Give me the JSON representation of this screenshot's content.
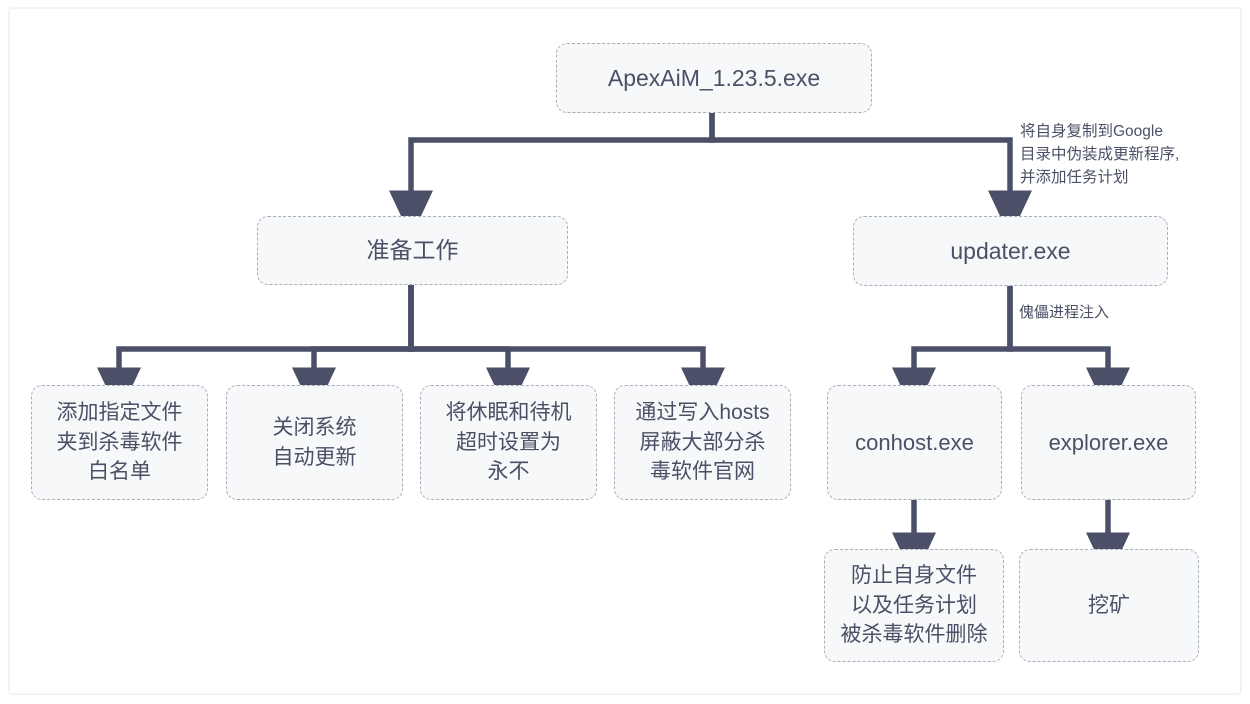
{
  "diagram": {
    "type": "flowchart",
    "title": "ApexAiM malware execution flow",
    "theme": {
      "background": "#ffffff",
      "node_fill": "#f7f8f9",
      "node_border": "#a9aeba",
      "text": "#4b5066",
      "connector": "#4b5068",
      "frame_border": "#f2f3f5"
    },
    "nodes": {
      "root": {
        "label": "ApexAiM_1.23.5.exe"
      },
      "prep": {
        "label": "准备工作"
      },
      "updater": {
        "label": "updater.exe"
      },
      "prep_child_1": {
        "label": "添加指定文件\n夹到杀毒软件\n白名单"
      },
      "prep_child_2": {
        "label": "关闭系统\n自动更新"
      },
      "prep_child_3": {
        "label": "将休眠和待机\n超时设置为\n永不"
      },
      "prep_child_4": {
        "label": "通过写入hosts\n屏蔽大部分杀\n毒软件官网"
      },
      "conhost": {
        "label": "conhost.exe"
      },
      "explorer": {
        "label": "explorer.exe"
      },
      "conhost_child": {
        "label": "防止自身文件\n以及任务计划\n被杀毒软件删除"
      },
      "explorer_child": {
        "label": "挖矿"
      }
    },
    "edge_labels": {
      "root_to_updater": "将自身复制到Google\n目录中伪装成更新程序,\n并添加任务计划",
      "updater_to_children": "傀儡进程注入"
    }
  }
}
